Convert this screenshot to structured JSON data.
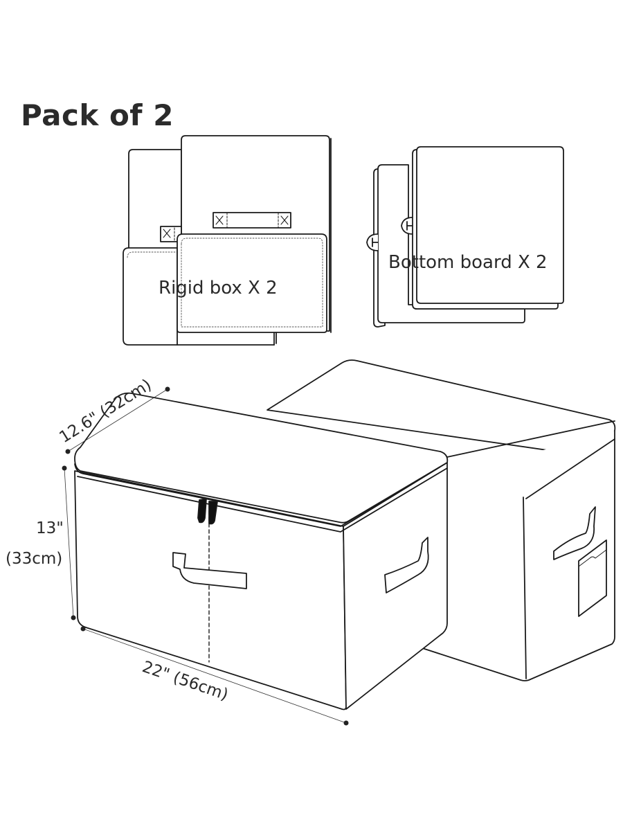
{
  "header": {
    "title": "Pack of 2"
  },
  "components": [
    {
      "label": "Rigid box X 2",
      "icon": "rigid-box-panels-icon"
    },
    {
      "label": "Bottom board X 2",
      "icon": "bottom-board-panels-icon"
    }
  ],
  "dimensions": {
    "depth": "12.6\"  (32cm)",
    "height_in": "13\"",
    "height_cm": "(33cm)",
    "width": "22\"  (56cm)"
  },
  "product": {
    "icon": "storage-boxes-illustration",
    "count": 2
  },
  "colors": {
    "line": "#1a1a1a",
    "background": "#ffffff",
    "text": "#2a2a2a"
  }
}
